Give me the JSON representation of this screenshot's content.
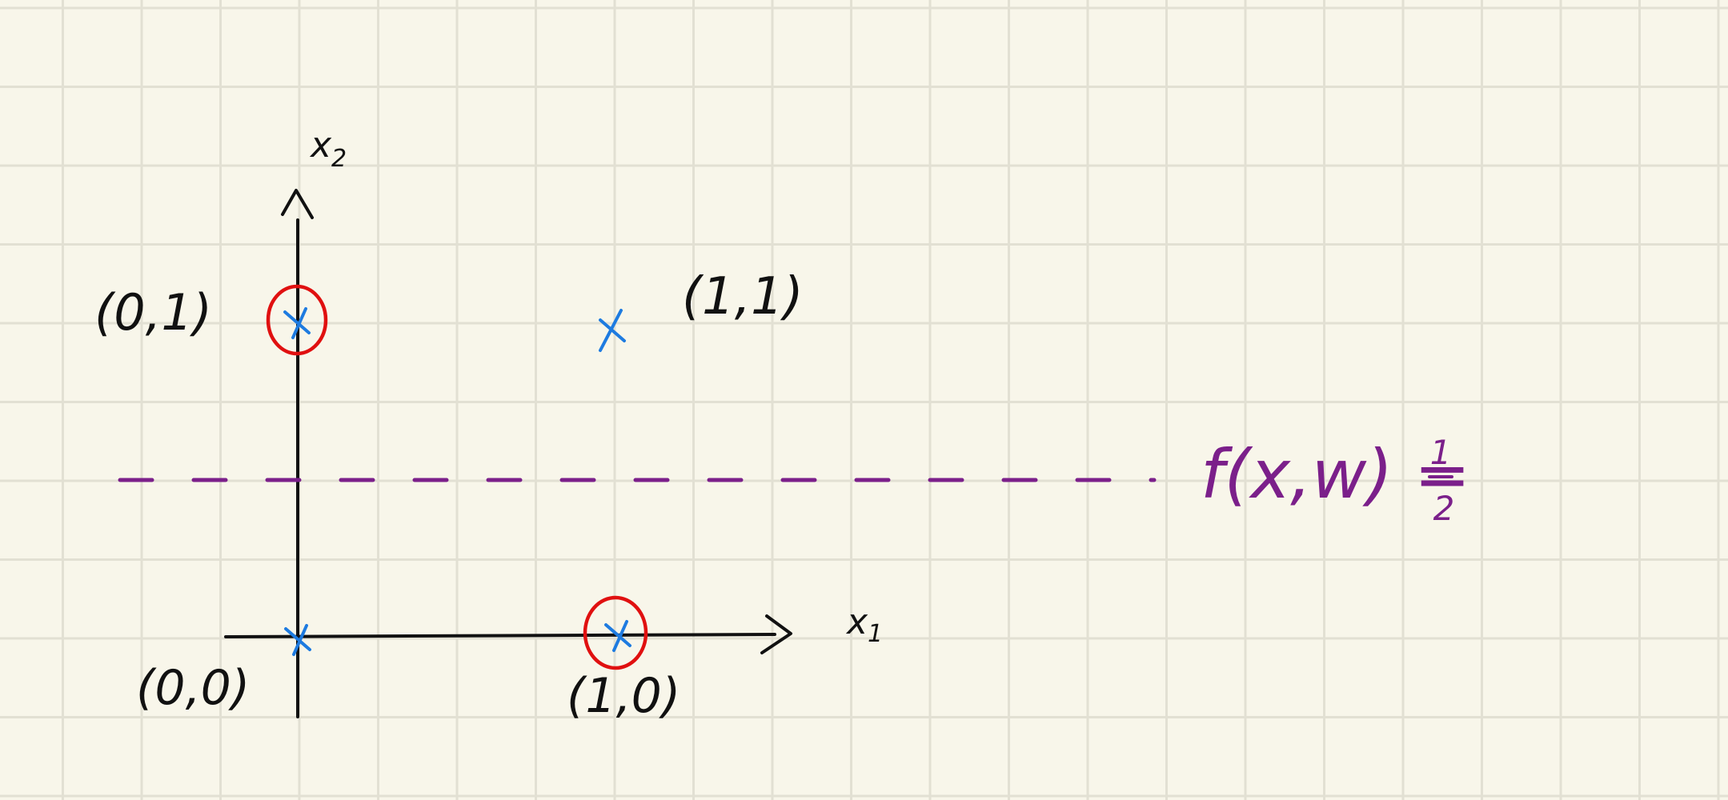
{
  "colors": {
    "paper": "#f8f6ea",
    "grid": "#e2e0d3",
    "ink": "#111111",
    "cross": "#1e7be0",
    "circle": "#e01010",
    "boundary": "#7b1f8a"
  },
  "axes": {
    "x_label_main": "x",
    "x_label_sub": "1",
    "y_label_main": "x",
    "y_label_sub": "2"
  },
  "points": [
    {
      "label": "(0,0)",
      "x": 0,
      "y": 0,
      "circled": false
    },
    {
      "label": "(1,0)",
      "x": 1,
      "y": 0,
      "circled": true
    },
    {
      "label": "(0,1)",
      "x": 0,
      "y": 1,
      "circled": true
    },
    {
      "label": "(1,1)",
      "x": 1,
      "y": 1,
      "circled": false
    }
  ],
  "boundary": {
    "x2_value": 0.5,
    "equation": "f(x,w) = ",
    "fraction_numerator": "1",
    "fraction_denominator": "2"
  }
}
